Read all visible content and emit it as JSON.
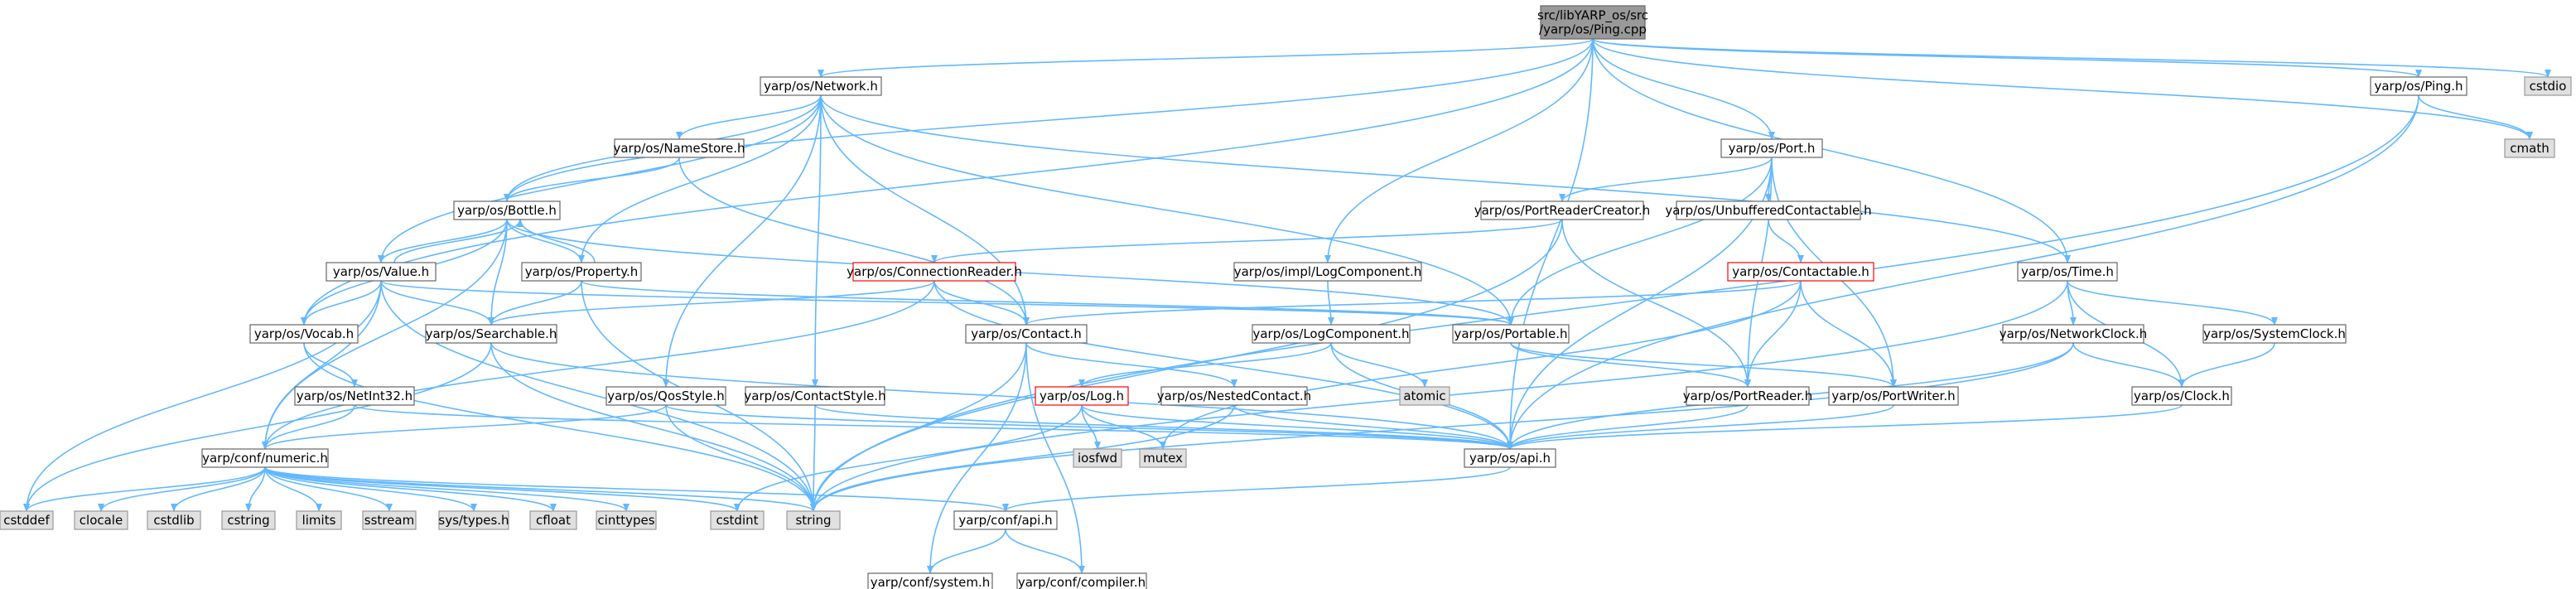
{
  "graph": {
    "colors": {
      "edge": "#63b8ff",
      "root_fill": "#999999",
      "root_border": "#666666",
      "node_fill": "#ffffff",
      "node_border": "#666666",
      "highlight_border": "#ff0000",
      "external_fill": "#e0e0e0",
      "external_border": "#999999"
    },
    "nodes": [
      {
        "id": "root",
        "lines": [
          "src/libYARP_os/src",
          "/yarp/os/Ping.cpp"
        ],
        "style": "root"
      },
      {
        "id": "network",
        "lines": [
          "yarp/os/Network.h"
        ],
        "style": "normal"
      },
      {
        "id": "port",
        "lines": [
          "yarp/os/Port.h"
        ],
        "style": "normal"
      },
      {
        "id": "pingh",
        "lines": [
          "yarp/os/Ping.h"
        ],
        "style": "normal"
      },
      {
        "id": "cstdio",
        "lines": [
          "cstdio"
        ],
        "style": "external"
      },
      {
        "id": "cmath",
        "lines": [
          "cmath"
        ],
        "style": "external"
      },
      {
        "id": "namestore",
        "lines": [
          "yarp/os/NameStore.h"
        ],
        "style": "normal"
      },
      {
        "id": "bottle",
        "lines": [
          "yarp/os/Bottle.h"
        ],
        "style": "normal"
      },
      {
        "id": "value",
        "lines": [
          "yarp/os/Value.h"
        ],
        "style": "normal"
      },
      {
        "id": "property",
        "lines": [
          "yarp/os/Property.h"
        ],
        "style": "normal"
      },
      {
        "id": "connreader",
        "lines": [
          "yarp/os/ConnectionReader.h"
        ],
        "style": "highlight"
      },
      {
        "id": "logcompimpl",
        "lines": [
          "yarp/os/impl/LogComponent.h"
        ],
        "style": "normal"
      },
      {
        "id": "portreadercreator",
        "lines": [
          "yarp/os/PortReaderCreator.h"
        ],
        "style": "normal"
      },
      {
        "id": "unbuffered",
        "lines": [
          "yarp/os/UnbufferedContactable.h"
        ],
        "style": "normal"
      },
      {
        "id": "contactable",
        "lines": [
          "yarp/os/Contactable.h"
        ],
        "style": "highlight"
      },
      {
        "id": "time",
        "lines": [
          "yarp/os/Time.h"
        ],
        "style": "normal"
      },
      {
        "id": "vocab",
        "lines": [
          "yarp/os/Vocab.h"
        ],
        "style": "normal"
      },
      {
        "id": "searchable",
        "lines": [
          "yarp/os/Searchable.h"
        ],
        "style": "normal"
      },
      {
        "id": "contact",
        "lines": [
          "yarp/os/Contact.h"
        ],
        "style": "normal"
      },
      {
        "id": "logcomponent",
        "lines": [
          "yarp/os/LogComponent.h"
        ],
        "style": "normal"
      },
      {
        "id": "portable",
        "lines": [
          "yarp/os/Portable.h"
        ],
        "style": "normal"
      },
      {
        "id": "networkclock",
        "lines": [
          "yarp/os/NetworkClock.h"
        ],
        "style": "normal"
      },
      {
        "id": "systemclock",
        "lines": [
          "yarp/os/SystemClock.h"
        ],
        "style": "normal"
      },
      {
        "id": "netint32",
        "lines": [
          "yarp/os/NetInt32.h"
        ],
        "style": "normal"
      },
      {
        "id": "qosstyle",
        "lines": [
          "yarp/os/QosStyle.h"
        ],
        "style": "normal"
      },
      {
        "id": "contactstyle",
        "lines": [
          "yarp/os/ContactStyle.h"
        ],
        "style": "normal"
      },
      {
        "id": "logh",
        "lines": [
          "yarp/os/Log.h"
        ],
        "style": "highlight"
      },
      {
        "id": "atomic",
        "lines": [
          "atomic"
        ],
        "style": "external"
      },
      {
        "id": "nestedcontact",
        "lines": [
          "yarp/os/NestedContact.h"
        ],
        "style": "normal"
      },
      {
        "id": "portreader",
        "lines": [
          "yarp/os/PortReader.h"
        ],
        "style": "normal"
      },
      {
        "id": "portwriter",
        "lines": [
          "yarp/os/PortWriter.h"
        ],
        "style": "normal"
      },
      {
        "id": "clock",
        "lines": [
          "yarp/os/Clock.h"
        ],
        "style": "normal"
      },
      {
        "id": "numeric",
        "lines": [
          "yarp/conf/numeric.h"
        ],
        "style": "normal"
      },
      {
        "id": "iosfwd",
        "lines": [
          "iosfwd"
        ],
        "style": "external"
      },
      {
        "id": "mutex",
        "lines": [
          "mutex"
        ],
        "style": "external"
      },
      {
        "id": "api",
        "lines": [
          "yarp/os/api.h"
        ],
        "style": "normal"
      },
      {
        "id": "cstddef",
        "lines": [
          "cstddef"
        ],
        "style": "external"
      },
      {
        "id": "clocale",
        "lines": [
          "clocale"
        ],
        "style": "external"
      },
      {
        "id": "cstdlib",
        "lines": [
          "cstdlib"
        ],
        "style": "external"
      },
      {
        "id": "cstring",
        "lines": [
          "cstring"
        ],
        "style": "external"
      },
      {
        "id": "limits",
        "lines": [
          "limits"
        ],
        "style": "external"
      },
      {
        "id": "sstream",
        "lines": [
          "sstream"
        ],
        "style": "external"
      },
      {
        "id": "systypes",
        "lines": [
          "sys/types.h"
        ],
        "style": "external"
      },
      {
        "id": "cfloat",
        "lines": [
          "cfloat"
        ],
        "style": "external"
      },
      {
        "id": "cinttypes",
        "lines": [
          "cinttypes"
        ],
        "style": "external"
      },
      {
        "id": "cstdint",
        "lines": [
          "cstdint"
        ],
        "style": "external"
      },
      {
        "id": "string",
        "lines": [
          "string"
        ],
        "style": "external"
      },
      {
        "id": "confapi",
        "lines": [
          "yarp/conf/api.h"
        ],
        "style": "normal"
      },
      {
        "id": "confsystem",
        "lines": [
          "yarp/conf/system.h"
        ],
        "style": "normal"
      },
      {
        "id": "confcompiler",
        "lines": [
          "yarp/conf/compiler.h"
        ],
        "style": "normal"
      }
    ],
    "edges": [
      [
        "root",
        "network"
      ],
      [
        "root",
        "port"
      ],
      [
        "root",
        "pingh"
      ],
      [
        "root",
        "cstdio"
      ],
      [
        "root",
        "cmath"
      ],
      [
        "root",
        "bottle"
      ],
      [
        "root",
        "vocab"
      ],
      [
        "root",
        "logcompimpl"
      ],
      [
        "root",
        "time"
      ],
      [
        "root",
        "api"
      ],
      [
        "network",
        "namestore"
      ],
      [
        "network",
        "bottle"
      ],
      [
        "network",
        "value"
      ],
      [
        "network",
        "property"
      ],
      [
        "network",
        "contact"
      ],
      [
        "network",
        "qosstyle"
      ],
      [
        "network",
        "contactstyle"
      ],
      [
        "network",
        "portable"
      ],
      [
        "network",
        "time"
      ],
      [
        "namestore",
        "bottle"
      ],
      [
        "namestore",
        "contact"
      ],
      [
        "bottle",
        "value"
      ],
      [
        "bottle",
        "property"
      ],
      [
        "bottle",
        "searchable"
      ],
      [
        "bottle",
        "vocab"
      ],
      [
        "bottle",
        "portable"
      ],
      [
        "bottle",
        "numeric"
      ],
      [
        "value",
        "bottle"
      ],
      [
        "value",
        "vocab"
      ],
      [
        "value",
        "searchable"
      ],
      [
        "value",
        "portable"
      ],
      [
        "value",
        "numeric"
      ],
      [
        "value",
        "cstddef"
      ],
      [
        "value",
        "string"
      ],
      [
        "property",
        "bottle"
      ],
      [
        "property",
        "searchable"
      ],
      [
        "property",
        "portable"
      ],
      [
        "property",
        "string"
      ],
      [
        "connreader",
        "contact"
      ],
      [
        "connreader",
        "searchable"
      ],
      [
        "connreader",
        "numeric"
      ],
      [
        "connreader",
        "api"
      ],
      [
        "logcompimpl",
        "logcomponent"
      ],
      [
        "port",
        "portreadercreator"
      ],
      [
        "port",
        "unbuffered"
      ],
      [
        "port",
        "portable"
      ],
      [
        "port",
        "portreader"
      ],
      [
        "port",
        "portwriter"
      ],
      [
        "port",
        "api"
      ],
      [
        "portreadercreator",
        "connreader"
      ],
      [
        "portreadercreator",
        "portreader"
      ],
      [
        "portreadercreator",
        "string"
      ],
      [
        "unbuffered",
        "contactable"
      ],
      [
        "contactable",
        "contact"
      ],
      [
        "contactable",
        "portreader"
      ],
      [
        "contactable",
        "portwriter"
      ],
      [
        "contactable",
        "mutex"
      ],
      [
        "time",
        "networkclock"
      ],
      [
        "time",
        "systemclock"
      ],
      [
        "time",
        "clock"
      ],
      [
        "time",
        "string"
      ],
      [
        "pingh",
        "cmath"
      ],
      [
        "pingh",
        "string"
      ],
      [
        "pingh",
        "api"
      ],
      [
        "vocab",
        "netint32"
      ],
      [
        "vocab",
        "string"
      ],
      [
        "netint32",
        "numeric"
      ],
      [
        "netint32",
        "api"
      ],
      [
        "searchable",
        "string"
      ],
      [
        "searchable",
        "api"
      ],
      [
        "searchable",
        "cstddef"
      ],
      [
        "contact",
        "nestedcontact"
      ],
      [
        "contact",
        "string"
      ],
      [
        "contact",
        "confsystem"
      ],
      [
        "contact",
        "confcompiler"
      ],
      [
        "logcomponent",
        "logh"
      ],
      [
        "logcomponent",
        "atomic"
      ],
      [
        "logcomponent",
        "api"
      ],
      [
        "portable",
        "portreader"
      ],
      [
        "portable",
        "portwriter"
      ],
      [
        "networkclock",
        "clock"
      ],
      [
        "networkclock",
        "api"
      ],
      [
        "networkclock",
        "string"
      ],
      [
        "systemclock",
        "clock"
      ],
      [
        "qosstyle",
        "numeric"
      ],
      [
        "qosstyle",
        "string"
      ],
      [
        "qosstyle",
        "api"
      ],
      [
        "contactstyle",
        "string"
      ],
      [
        "contactstyle",
        "api"
      ],
      [
        "logh",
        "iosfwd"
      ],
      [
        "logh",
        "mutex"
      ],
      [
        "logh",
        "cstdint"
      ],
      [
        "logh",
        "api"
      ],
      [
        "nestedcontact",
        "string"
      ],
      [
        "nestedcontact",
        "api"
      ],
      [
        "portreader",
        "api"
      ],
      [
        "portwriter",
        "api"
      ],
      [
        "clock",
        "api"
      ],
      [
        "numeric",
        "cstddef"
      ],
      [
        "numeric",
        "clocale"
      ],
      [
        "numeric",
        "cstdlib"
      ],
      [
        "numeric",
        "cstring"
      ],
      [
        "numeric",
        "limits"
      ],
      [
        "numeric",
        "sstream"
      ],
      [
        "numeric",
        "systypes"
      ],
      [
        "numeric",
        "cfloat"
      ],
      [
        "numeric",
        "cinttypes"
      ],
      [
        "numeric",
        "cstdint"
      ],
      [
        "numeric",
        "string"
      ],
      [
        "numeric",
        "confapi"
      ],
      [
        "api",
        "confapi"
      ],
      [
        "confapi",
        "confsystem"
      ],
      [
        "confapi",
        "confcompiler"
      ]
    ]
  }
}
